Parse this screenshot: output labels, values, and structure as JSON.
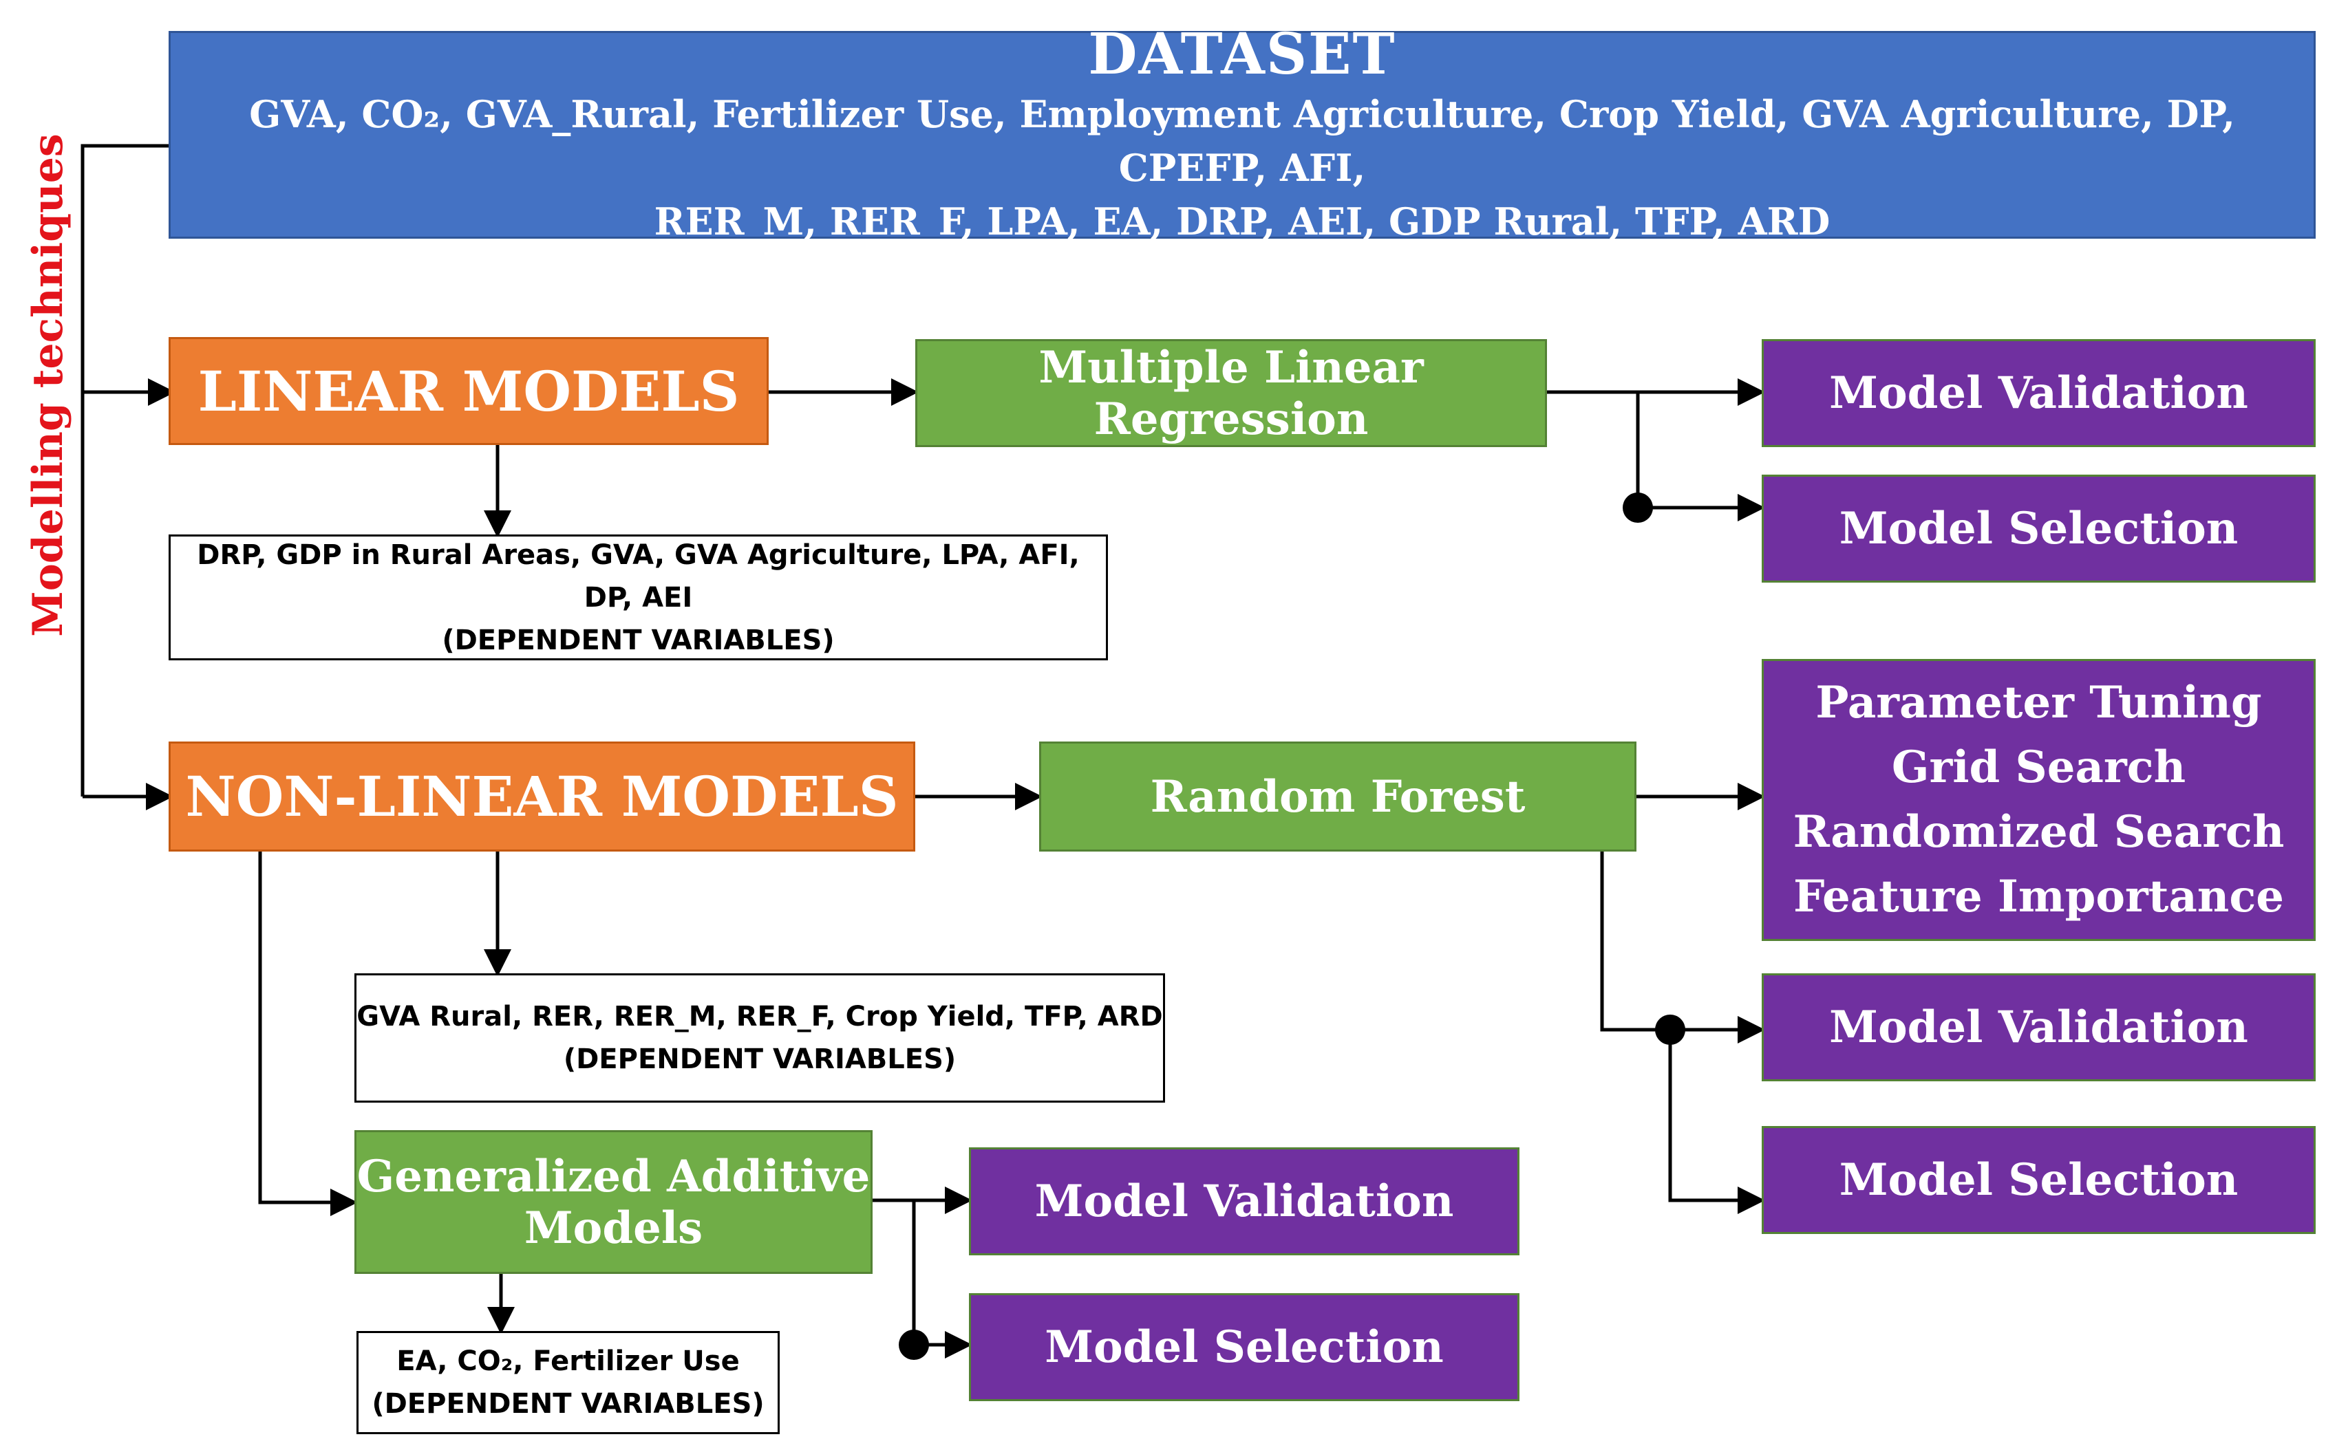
{
  "side_label": "Modelling techniques",
  "dataset": {
    "title": "DATASET",
    "line1": "GVA, CO₂, GVA_Rural, Fertilizer Use, Employment Agriculture, Crop Yield, GVA Agriculture, DP, CPEFP, AFI,",
    "line2": "RER_M, RER_F, LPA, EA, DRP, AEI, GDP Rural, TFP, ARD"
  },
  "linear": {
    "label": "LINEAR MODELS",
    "dependent_line1": "DRP, GDP in Rural Areas, GVA, GVA Agriculture, LPA, AFI, DP, AEI",
    "dependent_line2": "(DEPENDENT VARIABLES)",
    "method": "Multiple Linear Regression",
    "validation": "Model Validation",
    "selection": "Model Selection"
  },
  "nonlinear": {
    "label": "NON-LINEAR MODELS",
    "dependent_line1": "GVA Rural, RER, RER_M, RER_F, Crop Yield, TFP, ARD",
    "dependent_line2": "(DEPENDENT VARIABLES)",
    "rf": {
      "label": "Random Forest",
      "tuning": [
        "Parameter Tuning",
        "Grid Search",
        "Randomized Search",
        "Feature Importance"
      ],
      "validation": "Model Validation",
      "selection": "Model Selection"
    },
    "gam": {
      "label_line1": "Generalized Additive",
      "label_line2": "Models",
      "dependent_line1": "EA, CO₂, Fertilizer Use",
      "dependent_line2": "(DEPENDENT VARIABLES)",
      "validation": "Model Validation",
      "selection": "Model Selection"
    }
  },
  "colors": {
    "dataset": "#4472c4",
    "models": "#ed7d31",
    "methods": "#70ad47",
    "outcomes": "#7030a0",
    "side_label": "#e3141b"
  }
}
